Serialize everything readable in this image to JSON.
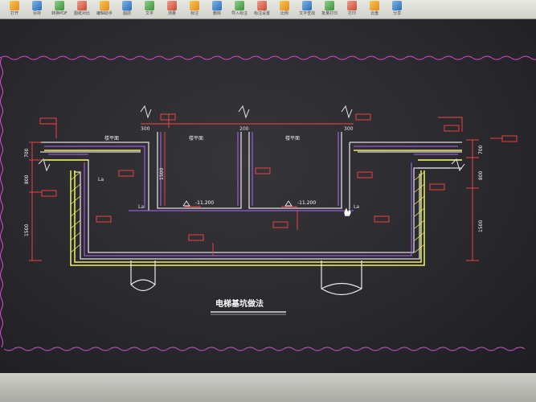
{
  "toolbar": {
    "items": [
      {
        "label": "打开",
        "icon": "folder-icon"
      },
      {
        "label": "另存",
        "icon": "save-icon"
      },
      {
        "label": "转换PDF",
        "icon": "convert-icon"
      },
      {
        "label": "图纸对比",
        "icon": "compare-icon"
      },
      {
        "label": "编辑助手",
        "icon": "assist-icon"
      },
      {
        "label": "图层",
        "icon": "layer-icon"
      },
      {
        "label": "文字",
        "icon": "text-icon"
      },
      {
        "label": "测量",
        "icon": "measure-icon"
      },
      {
        "label": "标注",
        "icon": "dimension-icon"
      },
      {
        "label": "删除",
        "icon": "delete-icon"
      },
      {
        "label": "导入标注",
        "icon": "import-icon"
      },
      {
        "label": "标注设置",
        "icon": "settings-icon"
      },
      {
        "label": "比例",
        "icon": "scale-icon"
      },
      {
        "label": "文字查找",
        "icon": "find-icon"
      },
      {
        "label": "批量打印",
        "icon": "print-icon"
      },
      {
        "label": "打印",
        "icon": "printer-icon"
      },
      {
        "label": "云盘",
        "icon": "cloud-icon"
      },
      {
        "label": "分享",
        "icon": "share-icon"
      }
    ]
  },
  "drawing": {
    "title": "电梯基坑做法",
    "labels": {
      "floor_left": "楼平面",
      "floor_mid": "楼平面",
      "floor_right": "楼平面",
      "wall_left": "300",
      "wall_mid": "200",
      "wall_right": "300",
      "height_1500": "1500",
      "elev_left": "-11.200",
      "elev_right": "-11.200",
      "dim_700_left": "700",
      "dim_800_left": "800",
      "dim_1500_left": "1500",
      "dim_700_right": "700",
      "dim_800_right": "800",
      "dim_1500_right": "1500",
      "la_left": "La",
      "la_mid": "La",
      "la_right": "La"
    }
  },
  "colors": {
    "screen_bg": "#2b2b2f",
    "wall": "#f0f060",
    "rebar": "#b066ff",
    "dimension": "#ff4444",
    "structure": "#e8e8e8",
    "border_wave": "#d050d0"
  }
}
